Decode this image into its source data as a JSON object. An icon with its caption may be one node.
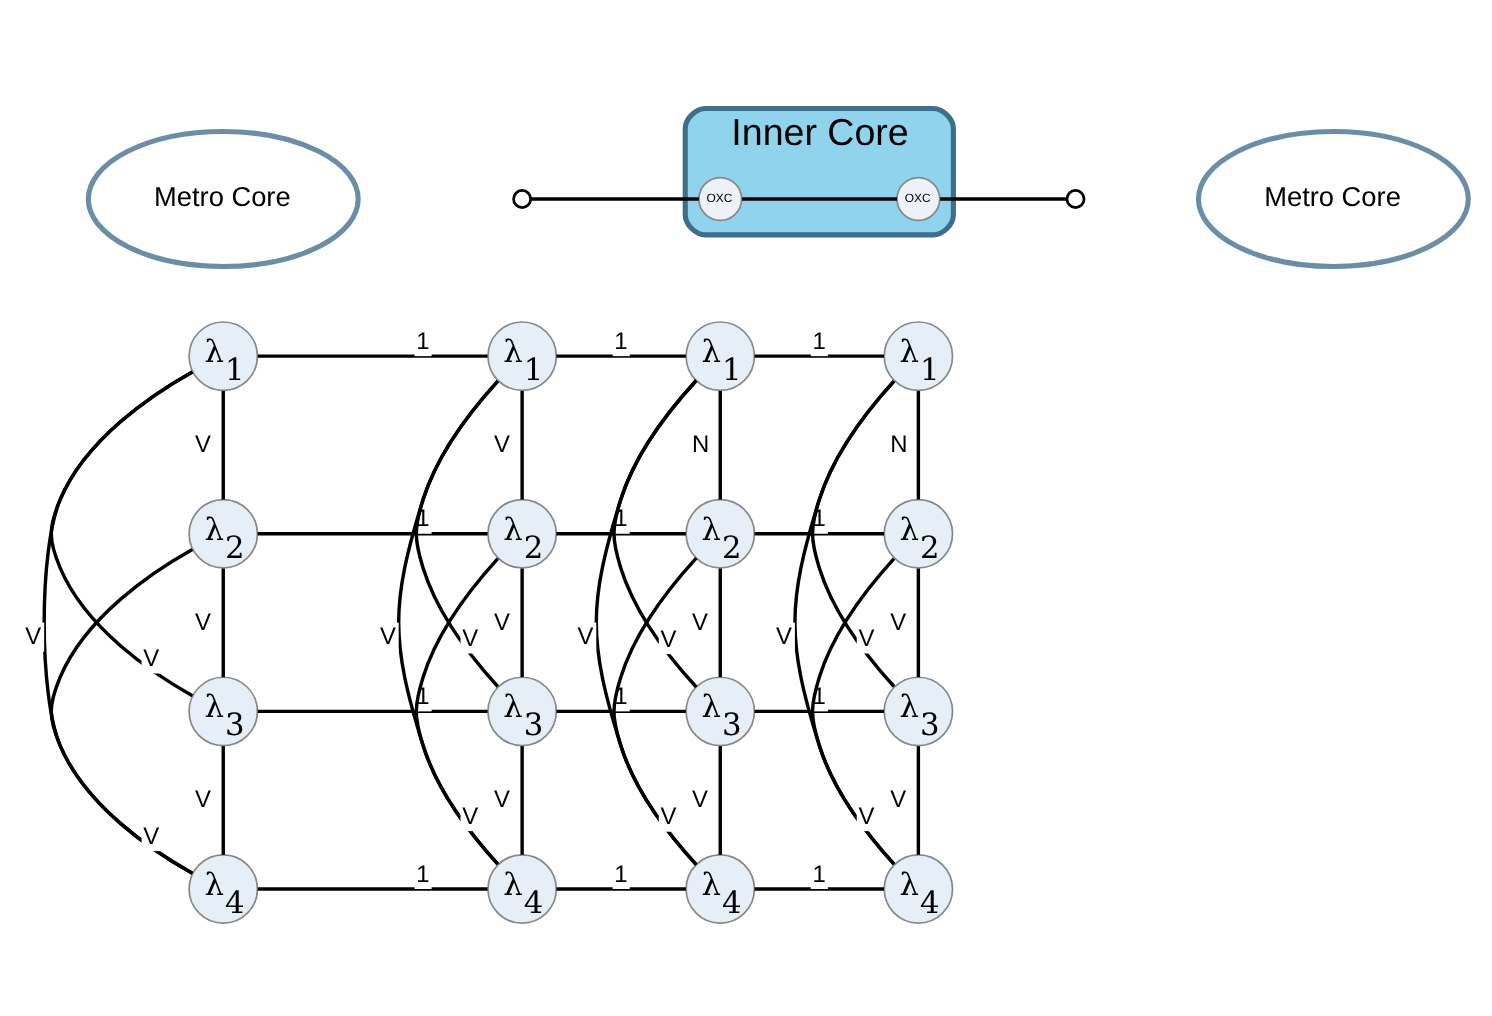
{
  "diagram": {
    "nodes": [
      {
        "text": [
          "Metro Core"
        ]
      },
      {
        "text": [
          "Inner Core"
        ]
      },
      {
        "text": [],
        "shape": "circle"
      },
      {
        "text": [
          "OXC"
        ],
        "in": 1
      },
      {
        "text": [
          "OXC"
        ],
        "in": 1
      },
      {
        "text": [],
        "shape": "circle"
      },
      {
        "text": [
          "Metro Core"
        ]
      },
      {
        "text": [
          "λ$_{1}$"
        ]
      },
      {
        "text": [
          "λ$_{2}$"
        ]
      },
      {
        "text": [
          "λ$_{3}$"
        ]
      },
      {
        "text": [
          "λ$_{4}$"
        ]
      },
      {
        "text": [
          "λ$_{1}$"
        ]
      },
      {
        "text": [
          "λ$_{2}$"
        ]
      },
      {
        "text": [
          "λ$_{3}$"
        ]
      },
      {
        "text": [
          "λ$_{4}$"
        ]
      },
      {
        "text": [
          "λ$_{1}$"
        ]
      },
      {
        "text": [
          "λ$_{2}$"
        ]
      },
      {
        "text": [
          "λ$_{3}$"
        ]
      },
      {
        "text": [
          "λ$_{4}$"
        ]
      },
      {
        "text": [
          "λ$_{1}$"
        ]
      },
      {
        "text": [
          "λ$_{2}$"
        ]
      },
      {
        "text": [
          "λ$_{3}$"
        ]
      },
      {
        "text": [
          "λ$_{4}$"
        ]
      }
    ],
    "edges": [
      {
        "from": 2,
        "to": 3,
        "arrow": "none"
      },
      {
        "from": 3,
        "to": 4,
        "arrow": "none"
      },
      {
        "from": 4,
        "to": 5,
        "arrow": "none"
      },
      {
        "from": 7,
        "to": 11,
        "label": "1",
        "arrow": "none"
      },
      {
        "from": 8,
        "to": 12,
        "label": "1",
        "arrow": "none"
      },
      {
        "from": 9,
        "to": 13,
        "label": "1",
        "arrow": "none"
      },
      {
        "from": 10,
        "to": 14,
        "label": "1",
        "arrow": "none"
      },
      {
        "from": 11,
        "to": 15,
        "label": "1",
        "arrow": "none"
      },
      {
        "from": 12,
        "to": 16,
        "label": "1",
        "arrow": "none"
      },
      {
        "from": 13,
        "to": 17,
        "label": "1",
        "arrow": "none"
      },
      {
        "from": 14,
        "to": 18,
        "label": "1",
        "arrow": "none"
      },
      {
        "from": 15,
        "to": 19,
        "label": "1",
        "arrow": "none"
      },
      {
        "from": 16,
        "to": 20,
        "label": "1",
        "arrow": "none"
      },
      {
        "from": 17,
        "to": 21,
        "label": "1",
        "arrow": "none"
      },
      {
        "from": 18,
        "to": 22,
        "label": "1",
        "arrow": "none"
      },
      {
        "from": 7,
        "to": 8,
        "label": "V",
        "arrow": "none"
      },
      {
        "from": 8,
        "to": 9,
        "label": "V",
        "arrow": "none"
      },
      {
        "from": 9,
        "to": 10,
        "label": "V",
        "arrow": "none"
      },
      {
        "from": 7,
        "to": 9,
        "label": "V",
        "arrow": "none"
      },
      {
        "from": 7,
        "to": 10,
        "label": "V",
        "arrow": "none"
      },
      {
        "from": 8,
        "to": 10,
        "label": "V",
        "arrow": "none"
      },
      {
        "from": 11,
        "to": 12,
        "label": "V",
        "arrow": "none"
      },
      {
        "from": 12,
        "to": 13,
        "label": "V",
        "arrow": "none"
      },
      {
        "from": 13,
        "to": 14,
        "label": "V",
        "arrow": "none"
      },
      {
        "from": 11,
        "to": 13,
        "label": "V",
        "arrow": "none"
      },
      {
        "from": 11,
        "to": 14,
        "label": "V",
        "arrow": "none"
      },
      {
        "from": 12,
        "to": 14,
        "label": "V",
        "arrow": "none"
      },
      {
        "from": 15,
        "to": 16,
        "label": "N",
        "arrow": "none"
      },
      {
        "from": 16,
        "to": 17,
        "label": "V",
        "arrow": "none"
      },
      {
        "from": 17,
        "to": 18,
        "label": "V",
        "arrow": "none"
      },
      {
        "from": 15,
        "to": 17,
        "label": "V",
        "arrow": "none"
      },
      {
        "from": 15,
        "to": 18,
        "label": "V",
        "arrow": "none"
      },
      {
        "from": 16,
        "to": 18,
        "label": "V",
        "arrow": "none"
      },
      {
        "from": 19,
        "to": 20,
        "label": "N",
        "arrow": "none"
      },
      {
        "from": 20,
        "to": 21,
        "label": "V",
        "arrow": "none"
      },
      {
        "from": 21,
        "to": 22,
        "label": "V",
        "arrow": "none"
      },
      {
        "from": 19,
        "to": 21,
        "label": "V",
        "arrow": "none"
      },
      {
        "from": 19,
        "to": 22,
        "label": "V",
        "arrow": "none"
      },
      {
        "from": 20,
        "to": 22,
        "label": "V",
        "arrow": "none"
      }
    ]
  }
}
